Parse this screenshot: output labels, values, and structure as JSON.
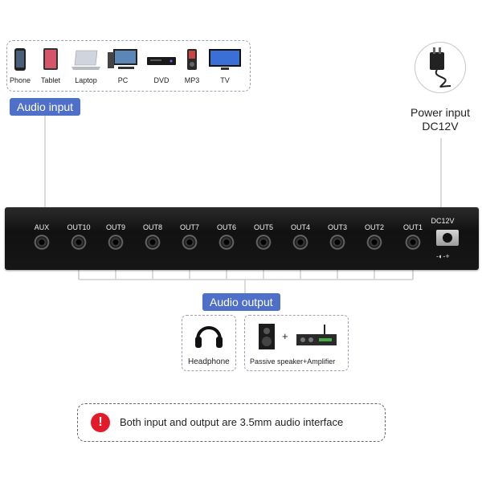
{
  "input_devices": [
    {
      "label": "Phone",
      "icon": "phone-icon"
    },
    {
      "label": "Tablet",
      "icon": "tablet-icon"
    },
    {
      "label": "Laptop",
      "icon": "laptop-icon"
    },
    {
      "label": "PC",
      "icon": "pc-icon"
    },
    {
      "label": "DVD",
      "icon": "dvd-player-icon"
    },
    {
      "label": "MP3",
      "icon": "mp3-player-icon"
    },
    {
      "label": "TV",
      "icon": "tv-icon"
    }
  ],
  "audio_input_label": "Audio input",
  "power": {
    "line1": "Power input",
    "line2": "DC12V",
    "jack_label": "DC12V"
  },
  "ports": [
    "AUX",
    "OUT10",
    "OUT9",
    "OUT8",
    "OUT7",
    "OUT6",
    "OUT5",
    "OUT4",
    "OUT3",
    "OUT2",
    "OUT1"
  ],
  "audio_output_label": "Audio output",
  "outputs": {
    "headphone": "Headphone",
    "speaker": "Passive speaker+Amplifier",
    "plus": "+"
  },
  "notice": {
    "icon": "!",
    "text": "Both input and output are 3.5mm audio interface"
  },
  "colors": {
    "accent": "#4f70c8",
    "alert": "#e21b2b"
  }
}
